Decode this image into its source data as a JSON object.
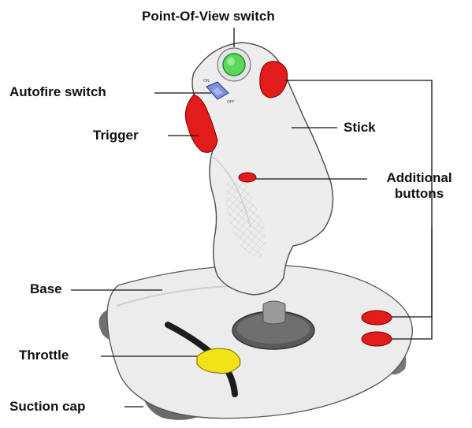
{
  "labels": {
    "pov": "Point-Of-View switch",
    "autofire": "Autofire switch",
    "trigger": "Trigger",
    "stick": "Stick",
    "additional_line1": "Additional",
    "additional_line2": "buttons",
    "base": "Base",
    "throttle": "Throttle",
    "suction": "Suction cap"
  },
  "switch_marks": {
    "on": "ON",
    "off": "OFF"
  },
  "colors": {
    "button_red": "#e21b1b",
    "pov_green": "#5cd65c",
    "throttle_yellow": "#f2e218",
    "autofire_blue": "#7f8fe0",
    "body_light": "#eeeeee",
    "suction_dark": "#6e6e6e"
  }
}
